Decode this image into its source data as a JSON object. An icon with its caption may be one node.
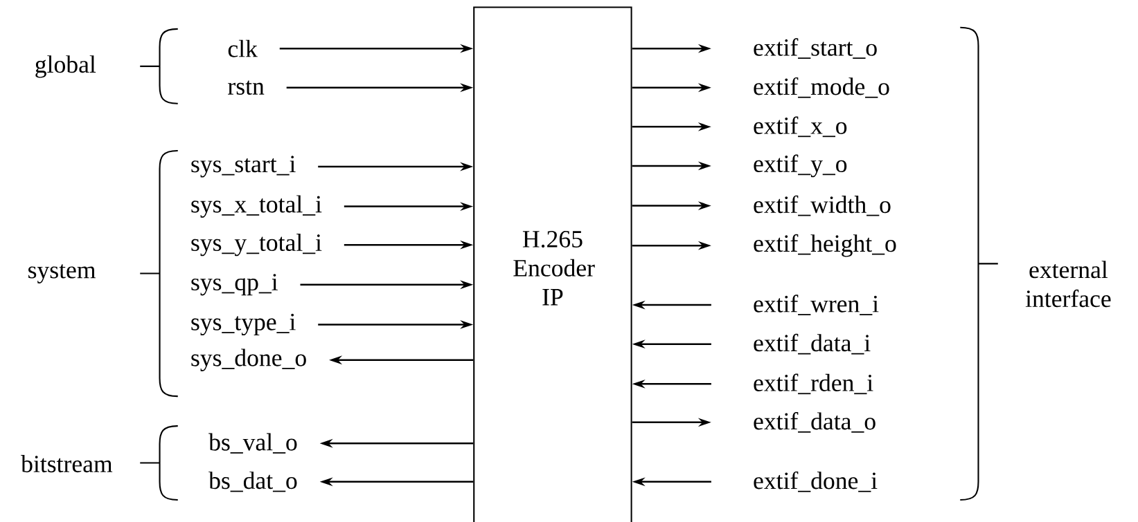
{
  "diagram": {
    "nodes": [
      {
        "text": [
          "H.265 Encoder IP"
        ]
      },
      {
        "text": [
          "clk"
        ]
      },
      {
        "text": [
          "rstn"
        ]
      },
      {
        "text": [
          "sys_start_i"
        ]
      },
      {
        "text": [
          "sys_x_total_i"
        ]
      },
      {
        "text": [
          "sys_y_total_i"
        ]
      },
      {
        "text": [
          "sys_qp_i"
        ]
      },
      {
        "text": [
          "sys_type_i"
        ]
      },
      {
        "text": [
          "sys_done_o"
        ]
      },
      {
        "text": [
          "bs_val_o"
        ]
      },
      {
        "text": [
          "bs_dat_o"
        ]
      },
      {
        "text": [
          "extif_start_o"
        ]
      },
      {
        "text": [
          "extif_mode_o"
        ]
      },
      {
        "text": [
          "extif_x_o"
        ]
      },
      {
        "text": [
          "extif_y_o"
        ]
      },
      {
        "text": [
          "extif_width_o"
        ]
      },
      {
        "text": [
          "extif_height_o"
        ]
      },
      {
        "text": [
          "extif_wren_i"
        ]
      },
      {
        "text": [
          "extif_data_i"
        ]
      },
      {
        "text": [
          "extif_rden_i"
        ]
      },
      {
        "text": [
          "extif_data_o"
        ]
      },
      {
        "text": [
          "extif_done_i"
        ]
      }
    ],
    "edges": [
      {
        "from": 1,
        "to": 0,
        "arrow": "to"
      },
      {
        "from": 2,
        "to": 0,
        "arrow": "to"
      },
      {
        "from": 3,
        "to": 0,
        "arrow": "to"
      },
      {
        "from": 4,
        "to": 0,
        "arrow": "to"
      },
      {
        "from": 5,
        "to": 0,
        "arrow": "to"
      },
      {
        "from": 6,
        "to": 0,
        "arrow": "to"
      },
      {
        "from": 7,
        "to": 0,
        "arrow": "to"
      },
      {
        "from": 0,
        "to": 8,
        "arrow": "to"
      },
      {
        "from": 0,
        "to": 9,
        "arrow": "to"
      },
      {
        "from": 0,
        "to": 10,
        "arrow": "to"
      },
      {
        "from": 0,
        "to": 11,
        "arrow": "to"
      },
      {
        "from": 0,
        "to": 12,
        "arrow": "to"
      },
      {
        "from": 0,
        "to": 13,
        "arrow": "to"
      },
      {
        "from": 0,
        "to": 14,
        "arrow": "to"
      },
      {
        "from": 0,
        "to": 15,
        "arrow": "to"
      },
      {
        "from": 0,
        "to": 16,
        "arrow": "to"
      },
      {
        "from": 17,
        "to": 0,
        "arrow": "to"
      },
      {
        "from": 18,
        "to": 0,
        "arrow": "to"
      },
      {
        "from": 19,
        "to": 0,
        "arrow": "to"
      },
      {
        "from": 0,
        "to": 20,
        "arrow": "to"
      },
      {
        "from": 21,
        "to": 0,
        "arrow": "to"
      }
    ],
    "labels": [
      "global",
      "system",
      "bitstream",
      "external interface"
    ]
  }
}
